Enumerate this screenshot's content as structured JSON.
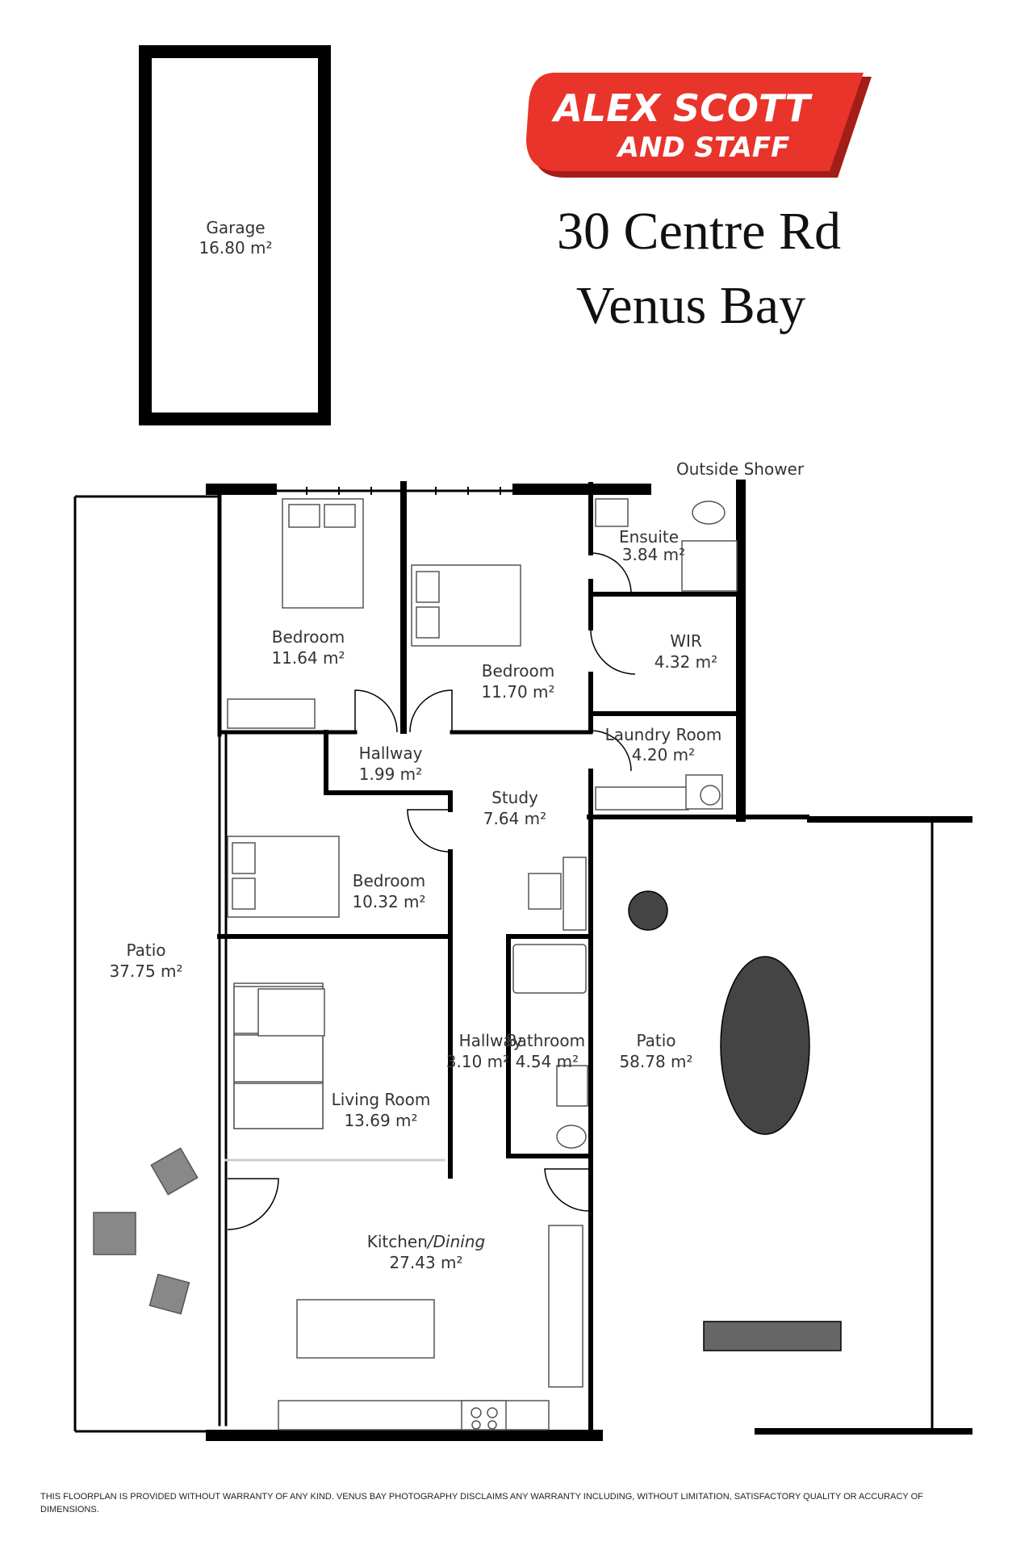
{
  "brand": {
    "line1": "ALEX SCOTT",
    "line2": "AND STAFF",
    "color": "#e8342b"
  },
  "address": {
    "line1": "30 Centre Rd",
    "line2": "Venus Bay"
  },
  "rooms": {
    "garage": {
      "name": "Garage",
      "area": "16.80 m²"
    },
    "bedroom1": {
      "name": "Bedroom",
      "area": "11.64 m²"
    },
    "bedroom2": {
      "name": "Bedroom",
      "area": "11.70 m²"
    },
    "ensuite": {
      "name": "Ensuite",
      "area": "3.84 m²"
    },
    "wir": {
      "name": "WIR",
      "area": "4.32 m²"
    },
    "laundry": {
      "name": "Laundry Room",
      "area": "4.20 m²"
    },
    "hallway1": {
      "name": "Hallway",
      "area": "1.99 m²"
    },
    "study": {
      "name": "Study",
      "area": "7.64 m²"
    },
    "bedroom3": {
      "name": "Bedroom",
      "area": "10.32 m²"
    },
    "patio_left": {
      "name": "Patio",
      "area": "37.75 m²"
    },
    "hallway2": {
      "name": "Hallway",
      "area": "3.10 m²"
    },
    "bathroom": {
      "name": "Bathroom",
      "area": "4.54 m²"
    },
    "patio_right": {
      "name": "Patio",
      "area": "58.78 m²"
    },
    "living": {
      "name": "Living Room",
      "area": "13.69 m²"
    },
    "kitchen": {
      "name": "Kitchen",
      "name_suffix": "/Dining",
      "area": "27.43 m²"
    }
  },
  "annotations": {
    "outside_shower": "Outside Shower"
  },
  "footer": {
    "disclaimer": "THIS FLOORPLAN IS PROVIDED WITHOUT WARRANTY OF ANY KIND. VENUS BAY PHOTOGRAPHY DISCLAIMS ANY WARRANTY INCLUDING, WITHOUT LIMITATION, SATISFACTORY QUALITY OR ACCURACY OF DIMENSIONS."
  }
}
